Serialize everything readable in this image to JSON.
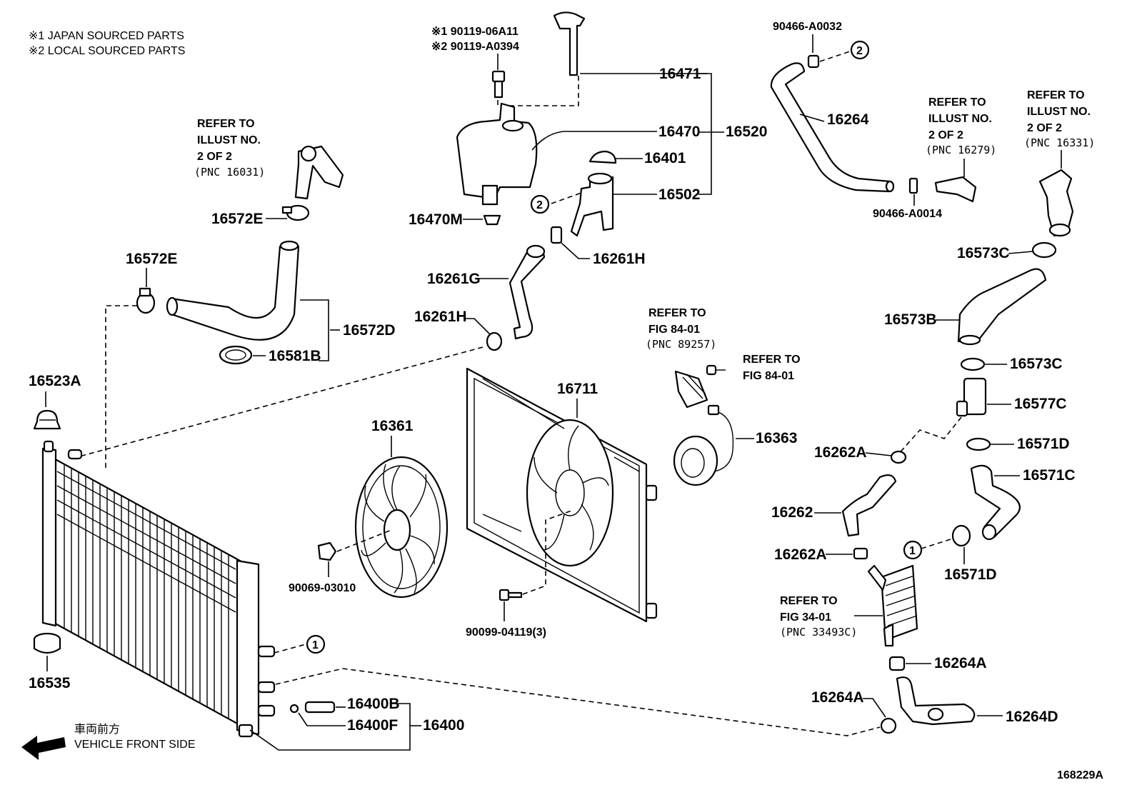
{
  "legend": {
    "line1": "※1  JAPAN SOURCED PARTS",
    "line2": "※2  LOCAL SOURCED PARTS"
  },
  "figure_id": "168229A",
  "direction_jp": "車両前方",
  "direction_en": "VEHICLE FRONT SIDE",
  "part_numbers": {
    "p90119_1": "※1 90119-06A11",
    "p90119_2": "※2 90119-A0394",
    "p16471": "16471",
    "p16470": "16470",
    "p16520": "16520",
    "p16401": "16401",
    "p16502": "16502",
    "p16470M": "16470M",
    "p16261H_a": "16261H",
    "p16261G": "16261G",
    "p16261H_b": "16261H",
    "p90466_A0032": "90466-A0032",
    "p16264": "16264",
    "p90466_A0014": "90466-A0014",
    "p16572E_a": "16572E",
    "p16572E_b": "16572E",
    "p16572D": "16572D",
    "p16581B": "16581B",
    "p16523A": "16523A",
    "p16535": "16535",
    "p16361": "16361",
    "p90069": "90069-03010",
    "p16711": "16711",
    "p90099": "90099-04119(3)",
    "p16363": "16363",
    "p16400B": "16400B",
    "p16400F": "16400F",
    "p16400": "16400",
    "p16573C_a": "16573C",
    "p16573B": "16573B",
    "p16573C_b": "16573C",
    "p16577C": "16577C",
    "p16571D_a": "16571D",
    "p16571C": "16571C",
    "p16571D_b": "16571D",
    "p16262A_a": "16262A",
    "p16262": "16262",
    "p16262A_b": "16262A",
    "p16264A_a": "16264A",
    "p16264A_b": "16264A",
    "p16264D": "16264D"
  },
  "refs": {
    "r16031": {
      "l1": "REFER TO",
      "l2": "ILLUST NO.",
      "l3": "2 OF 2",
      "l4": "(PNC 16031)"
    },
    "r16279": {
      "l1": "REFER TO",
      "l2": "ILLUST NO.",
      "l3": "2 OF 2",
      "l4": "(PNC 16279)"
    },
    "r16331": {
      "l1": "REFER TO",
      "l2": "ILLUST NO.",
      "l3": "2 OF 2",
      "l4": "(PNC 16331)"
    },
    "r89257": {
      "l1": "REFER TO",
      "l2": "FIG 84-01",
      "l3": "(PNC 89257)"
    },
    "r8401": {
      "l1": "REFER TO",
      "l2": "FIG 84-01"
    },
    "r33493": {
      "l1": "REFER TO",
      "l2": "FIG 34-01",
      "l3": "(PNC 33493C)"
    }
  },
  "circles": {
    "c1": "1",
    "c2": "2"
  }
}
